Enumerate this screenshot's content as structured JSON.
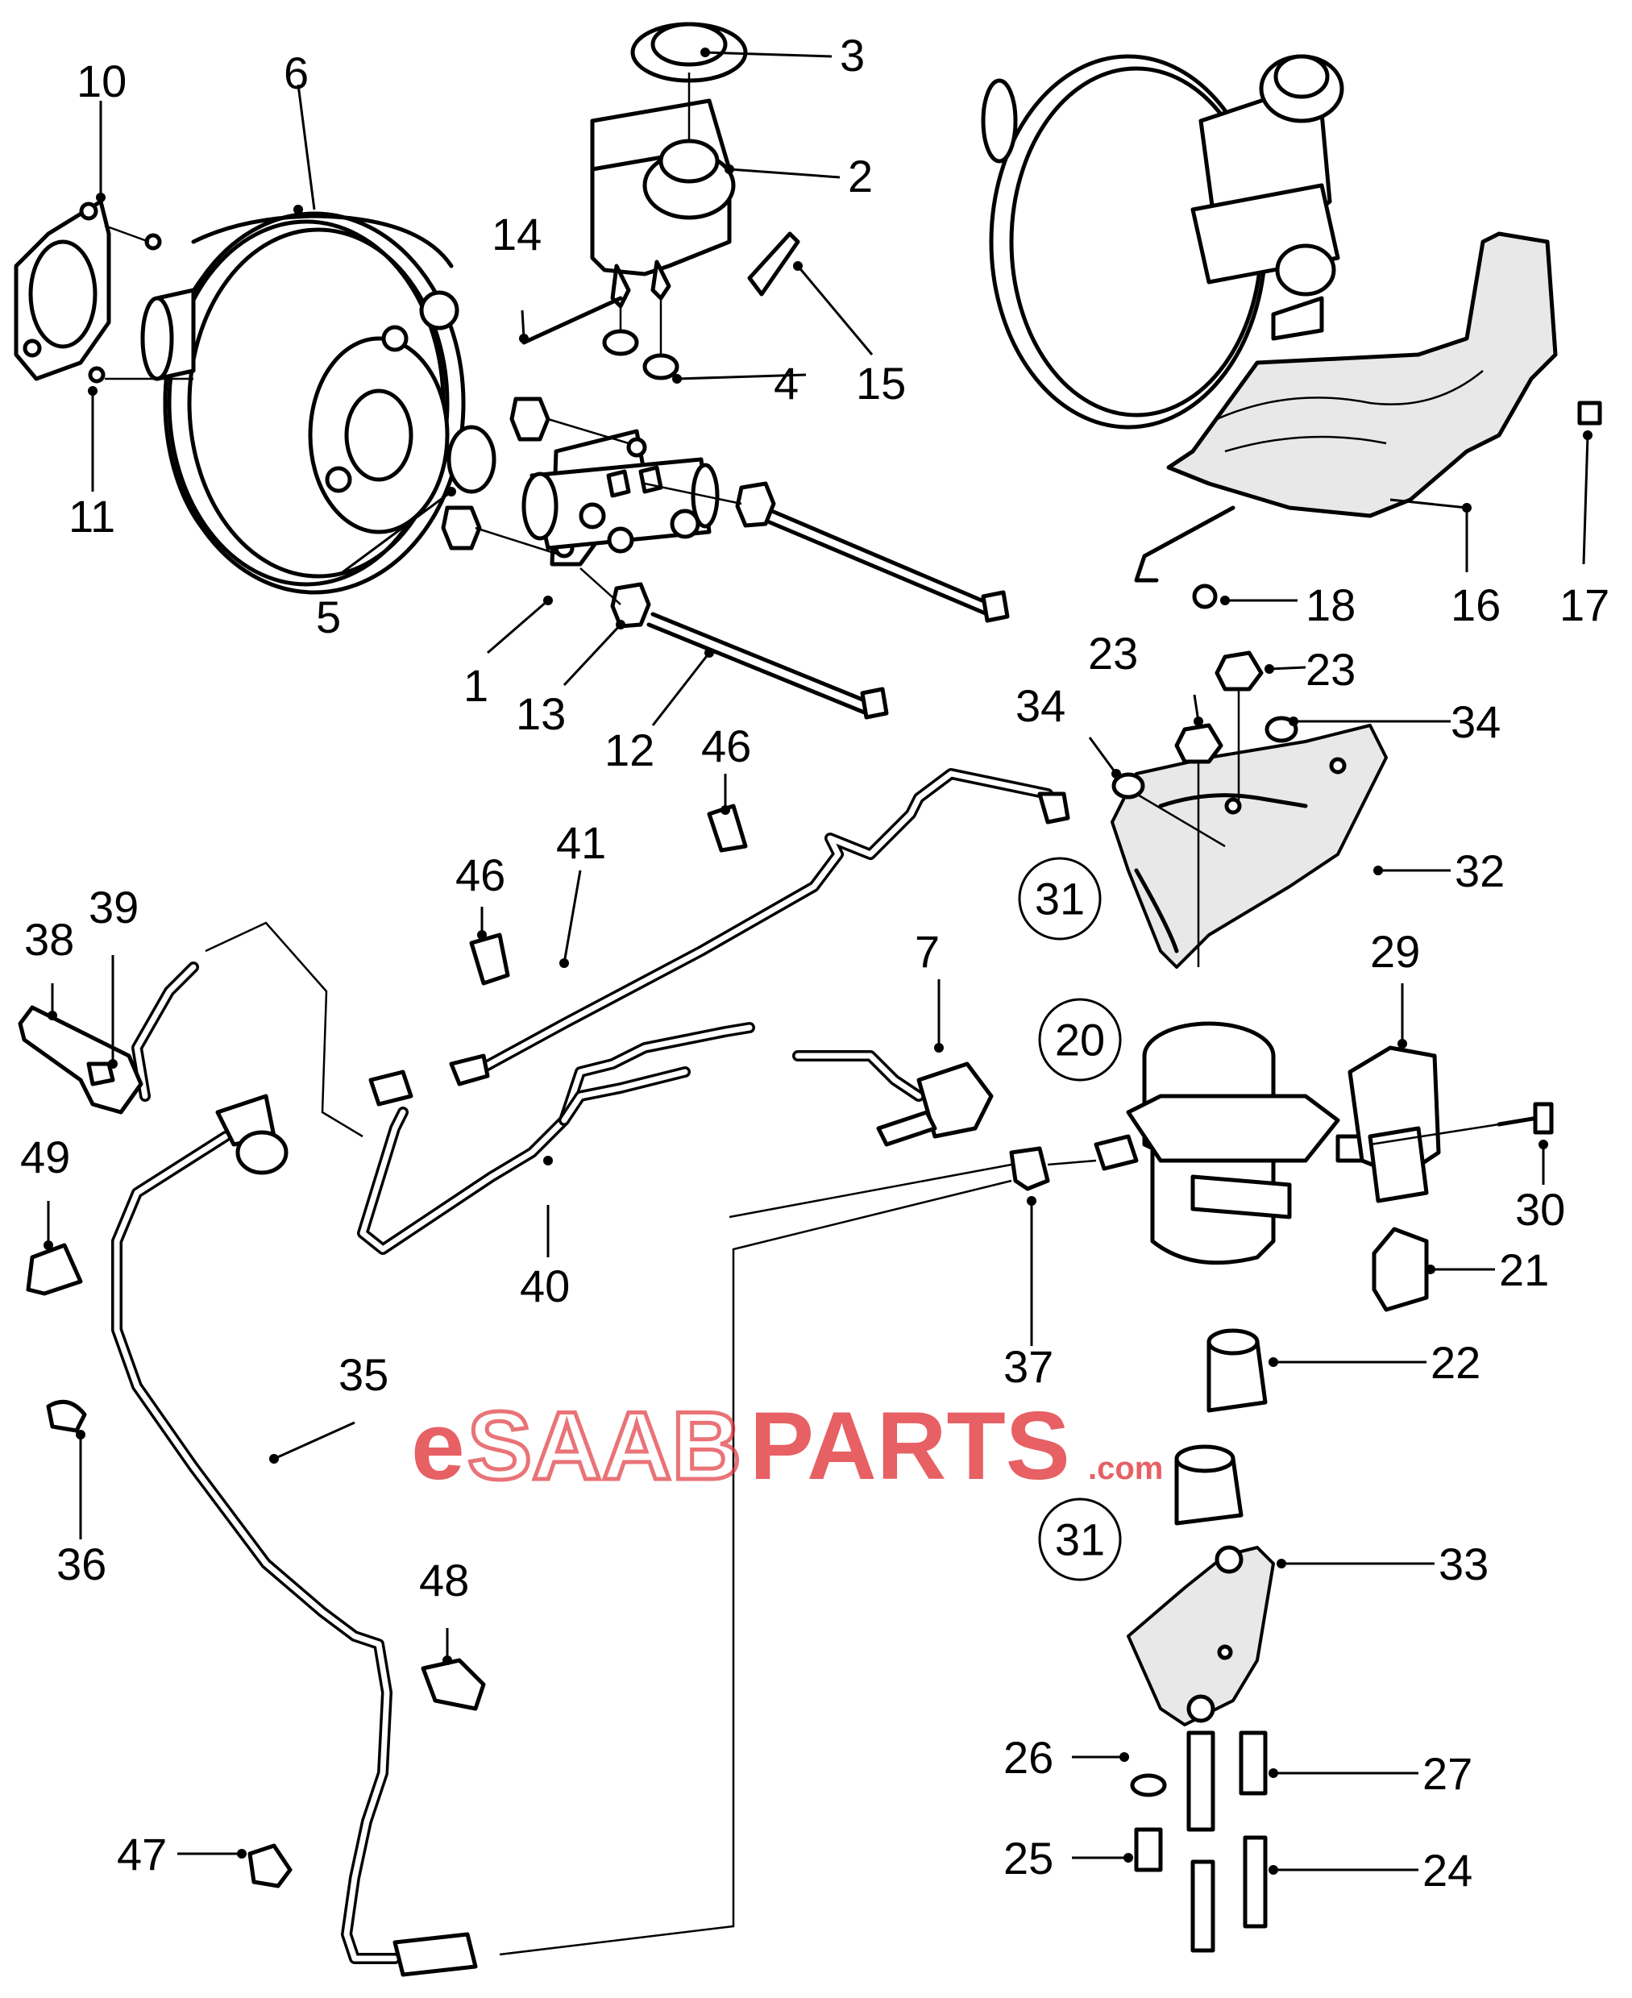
{
  "watermark": {
    "e": "e",
    "saab": "SAAB",
    "parts": "PARTS",
    "com": ".com",
    "color": "#e0393e"
  },
  "callouts": [
    {
      "id": "c1",
      "label": "1"
    },
    {
      "id": "c2",
      "label": "2"
    },
    {
      "id": "c3",
      "label": "3"
    },
    {
      "id": "c4",
      "label": "4"
    },
    {
      "id": "c5",
      "label": "5"
    },
    {
      "id": "c6",
      "label": "6"
    },
    {
      "id": "c7",
      "label": "7"
    },
    {
      "id": "c10",
      "label": "10"
    },
    {
      "id": "c11",
      "label": "11"
    },
    {
      "id": "c12",
      "label": "12"
    },
    {
      "id": "c13",
      "label": "13"
    },
    {
      "id": "c14",
      "label": "14"
    },
    {
      "id": "c15",
      "label": "15"
    },
    {
      "id": "c16",
      "label": "16"
    },
    {
      "id": "c17",
      "label": "17"
    },
    {
      "id": "c18",
      "label": "18"
    },
    {
      "id": "c21",
      "label": "21"
    },
    {
      "id": "c22",
      "label": "22"
    },
    {
      "id": "c23a",
      "label": "23"
    },
    {
      "id": "c23b",
      "label": "23"
    },
    {
      "id": "c24",
      "label": "24"
    },
    {
      "id": "c25",
      "label": "25"
    },
    {
      "id": "c26",
      "label": "26"
    },
    {
      "id": "c27",
      "label": "27"
    },
    {
      "id": "c29",
      "label": "29"
    },
    {
      "id": "c30",
      "label": "30"
    },
    {
      "id": "c32",
      "label": "32"
    },
    {
      "id": "c33",
      "label": "33"
    },
    {
      "id": "c34a",
      "label": "34"
    },
    {
      "id": "c34b",
      "label": "34"
    },
    {
      "id": "c35",
      "label": "35"
    },
    {
      "id": "c36",
      "label": "36"
    },
    {
      "id": "c37",
      "label": "37"
    },
    {
      "id": "c38",
      "label": "38"
    },
    {
      "id": "c39",
      "label": "39"
    },
    {
      "id": "c40",
      "label": "40"
    },
    {
      "id": "c41",
      "label": "41"
    },
    {
      "id": "c46a",
      "label": "46"
    },
    {
      "id": "c46b",
      "label": "46"
    },
    {
      "id": "c47",
      "label": "47"
    },
    {
      "id": "c48",
      "label": "48"
    },
    {
      "id": "c49",
      "label": "49"
    }
  ],
  "circled": [
    {
      "id": "k31a",
      "label": "31"
    },
    {
      "id": "k20",
      "label": "20"
    },
    {
      "id": "k31b",
      "label": "31"
    }
  ]
}
